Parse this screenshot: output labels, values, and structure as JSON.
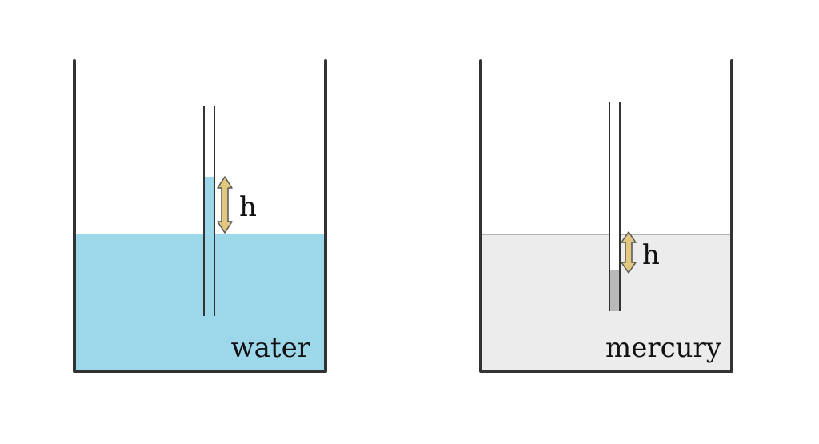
{
  "diagram": {
    "left_panel": {
      "liquid_label": "water",
      "height_label": "h",
      "liquid_color": "#9dd7ea",
      "behavior": "capillary rise"
    },
    "right_panel": {
      "liquid_label": "mercury",
      "height_label": "h",
      "liquid_color": "#ececec",
      "column_color": "#b9b9b9",
      "behavior": "capillary depression"
    },
    "colors": {
      "container_stroke": "#333333",
      "tube_stroke": "#333333",
      "arrow_fill": "#e2c87f",
      "arrow_stroke": "#555555"
    }
  }
}
